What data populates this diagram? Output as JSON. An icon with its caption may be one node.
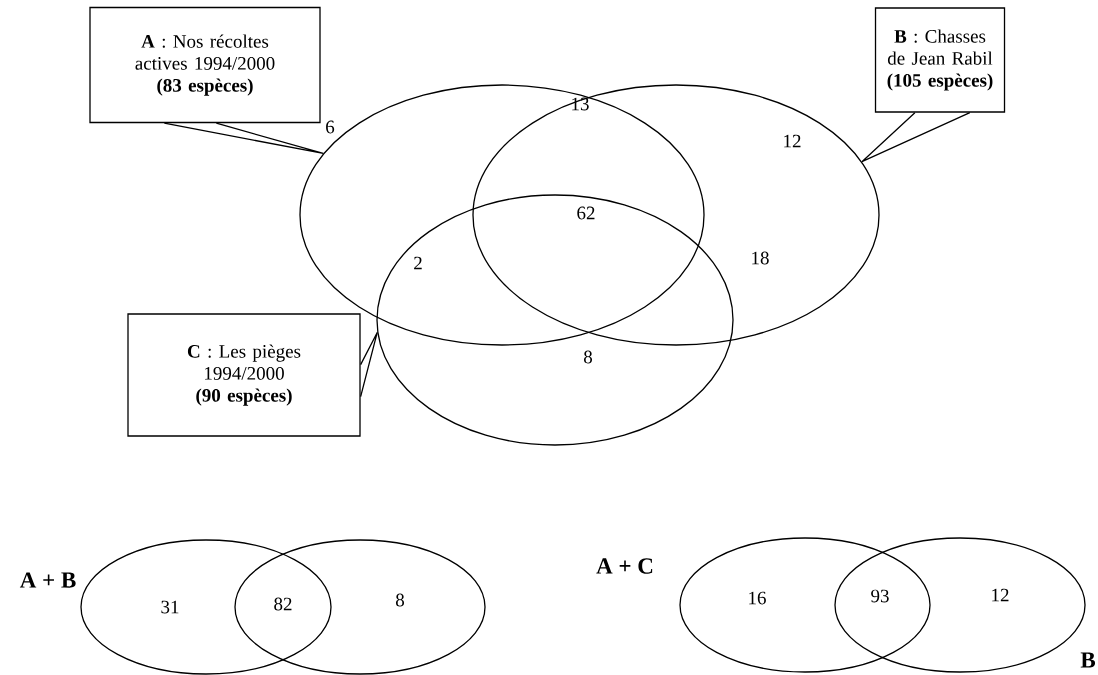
{
  "diagram": {
    "nodes": [
      {
        "text": [
          "**A** : Nos récoltes actives 1994/2000",
          "(83 espèces)"
        ]
      },
      {
        "text": [
          "**B** : Chasses de Jean Rabil",
          "(105 espèces)"
        ]
      },
      {
        "text": [],
        "shape": "ellipse"
      },
      {
        "text": [],
        "shape": "ellipse"
      },
      {
        "text": [
          "**C** : Les pièges 1994/2000",
          "(90 espèces)"
        ]
      },
      {
        "text": [],
        "shape": "ellipse"
      },
      {
        "text": [],
        "shape": "ellipse"
      },
      {
        "text": [],
        "shape": "ellipse"
      },
      {
        "text": [],
        "shape": "ellipse"
      },
      {
        "text": [],
        "shape": "ellipse"
      }
    ],
    "edges": [
      {
        "from": 0,
        "to": 2,
        "arrow": "none"
      },
      {
        "from": 1,
        "to": 3,
        "arrow": "none"
      },
      {
        "from": 4,
        "to": 5,
        "arrow": "none"
      }
    ],
    "labels": [
      "6",
      "13",
      "12",
      "62",
      "2",
      "18",
      "8",
      "A + B",
      "31",
      "82",
      "8",
      "A + C",
      "16",
      "93",
      "12",
      "B"
    ]
  }
}
